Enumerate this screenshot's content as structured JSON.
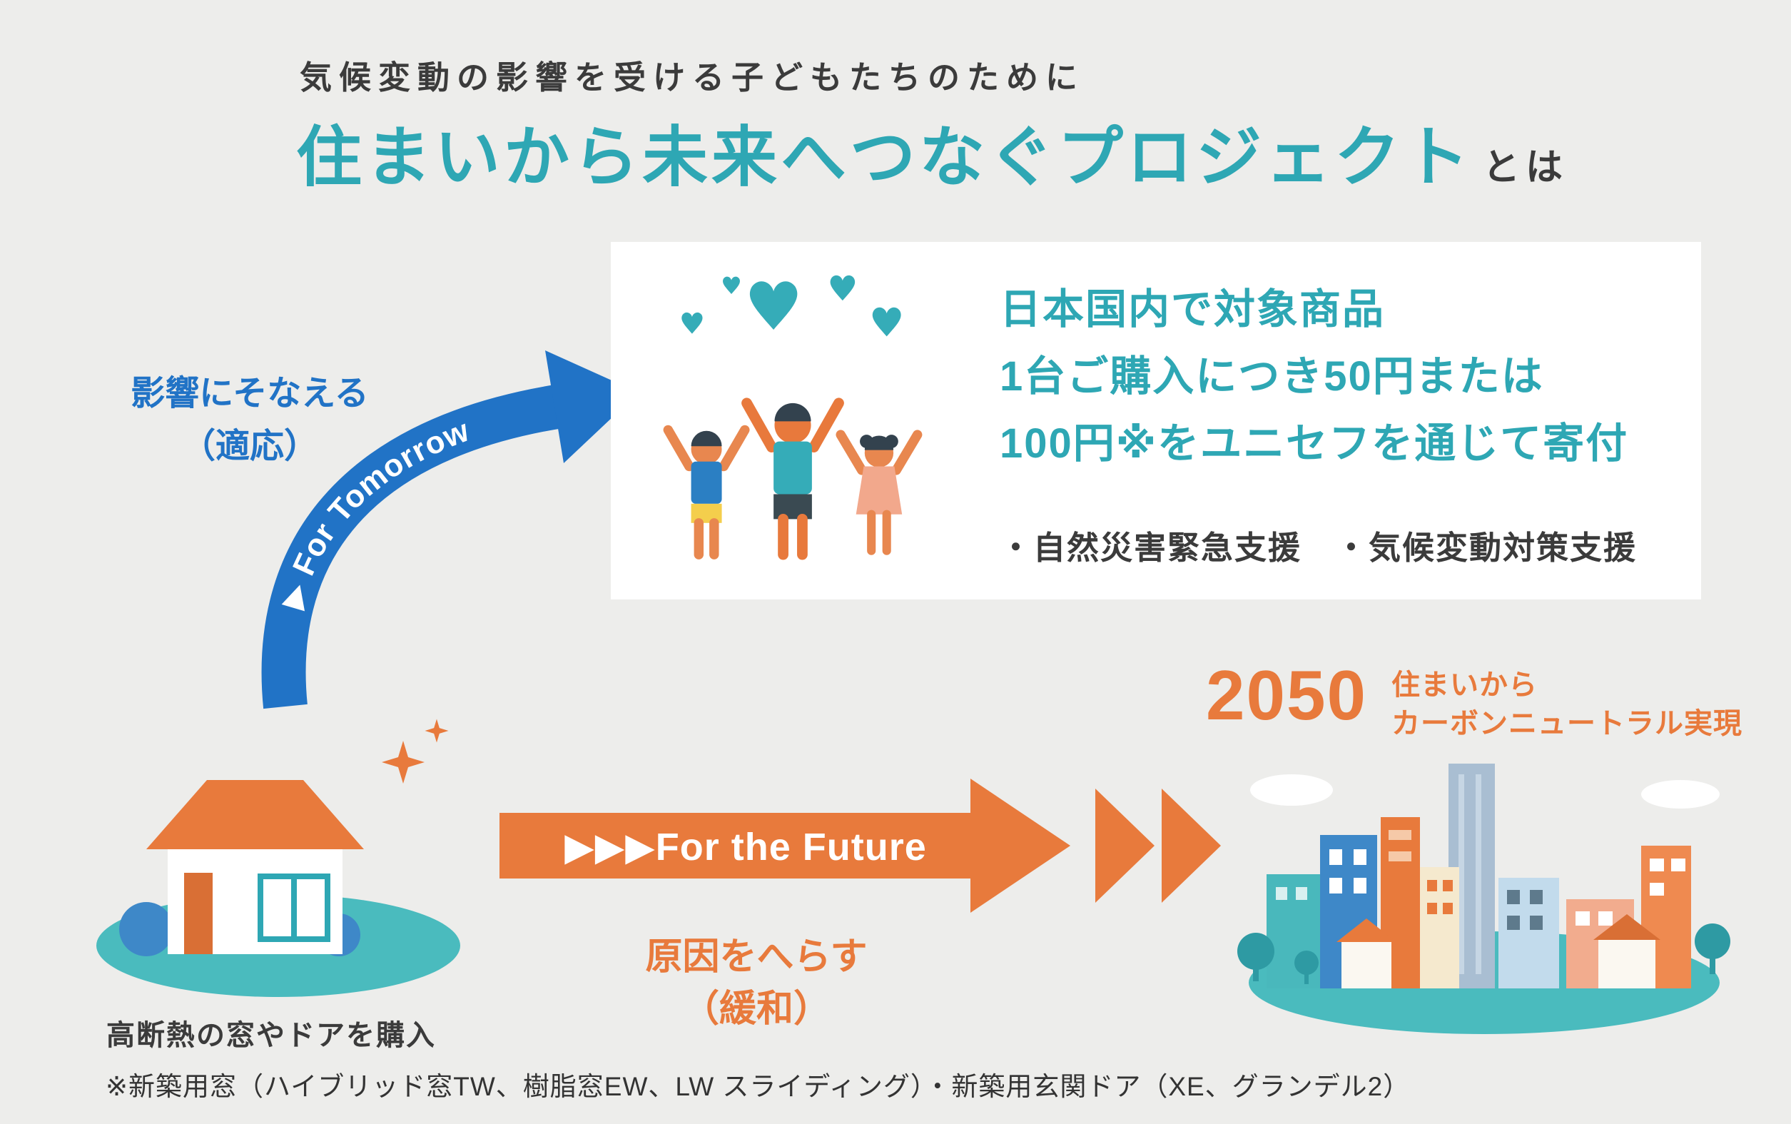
{
  "colors": {
    "background": "#EDEDEB",
    "teal": "#2EA7B4",
    "blue": "#2173C6",
    "orange": "#E87A3C",
    "dark_text": "#3B3B3B",
    "white": "#FFFFFF"
  },
  "header": {
    "subtitle": "気候変動の影響を受ける子どもたちのために",
    "title": "住まいから未来へつなぐプロジェクト",
    "title_suffix": "とは"
  },
  "adaptation": {
    "label_line1": "影響にそなえる",
    "label_line2": "（適応）",
    "arrow_label": "▶ For Tomorrow"
  },
  "donation_box": {
    "line1": "日本国内で対象商品",
    "line2": "1台ご購入につき50円または",
    "line3": "100円※をユニセフを通じて寄付",
    "support_items": "・自然災害緊急支援　・気候変動対策支援"
  },
  "mitigation": {
    "arrow_label": "▶▶▶For the Future",
    "label_line1": "原因をへらす",
    "label_line2": "（緩和）"
  },
  "future": {
    "year": "2050",
    "goal_line1": "住まいから",
    "goal_line2": "カーボンニュートラル実現"
  },
  "house": {
    "caption": "高断熱の窓やドアを購入"
  },
  "footnote": "※新築用窓（ハイブリッド窓TW、樹脂窓EW、LW スライディング）・新築用玄関ドア（XE、グランデル2）",
  "icons": {
    "hearts": "hearts-icon",
    "children": "children-illustration",
    "house": "house-illustration",
    "city": "city-illustration",
    "sparkle": "sparkle-icon",
    "curved_arrow": "for-tomorrow-arrow",
    "straight_arrow": "for-the-future-arrow"
  }
}
